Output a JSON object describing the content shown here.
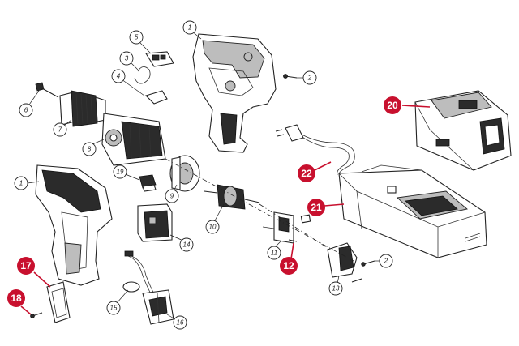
{
  "diagram": {
    "callouts": [
      {
        "id": "c1a",
        "label": "1",
        "part": "housing-half"
      },
      {
        "id": "c1b",
        "label": "1",
        "part": "housing-half"
      },
      {
        "id": "c2a",
        "label": "2",
        "part": "screw"
      },
      {
        "id": "c2b",
        "label": "2",
        "part": "screw"
      },
      {
        "id": "c3",
        "label": "3",
        "part": "spring"
      },
      {
        "id": "c4",
        "label": "4",
        "part": "spring-clip"
      },
      {
        "id": "c5",
        "label": "5",
        "part": "switch-plate"
      },
      {
        "id": "c6",
        "label": "6",
        "part": "bit-screw"
      },
      {
        "id": "c7",
        "label": "7",
        "part": "chuck"
      },
      {
        "id": "c8",
        "label": "8",
        "part": "gearbox"
      },
      {
        "id": "c9",
        "label": "9",
        "part": "motor-can"
      },
      {
        "id": "c10",
        "label": "10",
        "part": "armature"
      },
      {
        "id": "c11",
        "label": "11",
        "part": "brush-holder"
      },
      {
        "id": "c13",
        "label": "13",
        "part": "motor-cap"
      },
      {
        "id": "c14",
        "label": "14",
        "part": "switch"
      },
      {
        "id": "c15",
        "label": "15",
        "part": "led"
      },
      {
        "id": "c16",
        "label": "16",
        "part": "terminal-block"
      },
      {
        "id": "c19",
        "label": "19",
        "part": "direction-lever"
      }
    ],
    "highlighted_callouts": [
      {
        "id": "h12",
        "label": "12",
        "part": "carbon-brushes"
      },
      {
        "id": "h17",
        "label": "17",
        "part": "belt-clip"
      },
      {
        "id": "h18",
        "label": "18",
        "part": "belt-clip-screw"
      },
      {
        "id": "h20",
        "label": "20",
        "part": "battery"
      },
      {
        "id": "h21",
        "label": "21",
        "part": "charger"
      },
      {
        "id": "h22",
        "label": "22",
        "part": "power-cord"
      }
    ],
    "accent_color": "#c8102e"
  }
}
